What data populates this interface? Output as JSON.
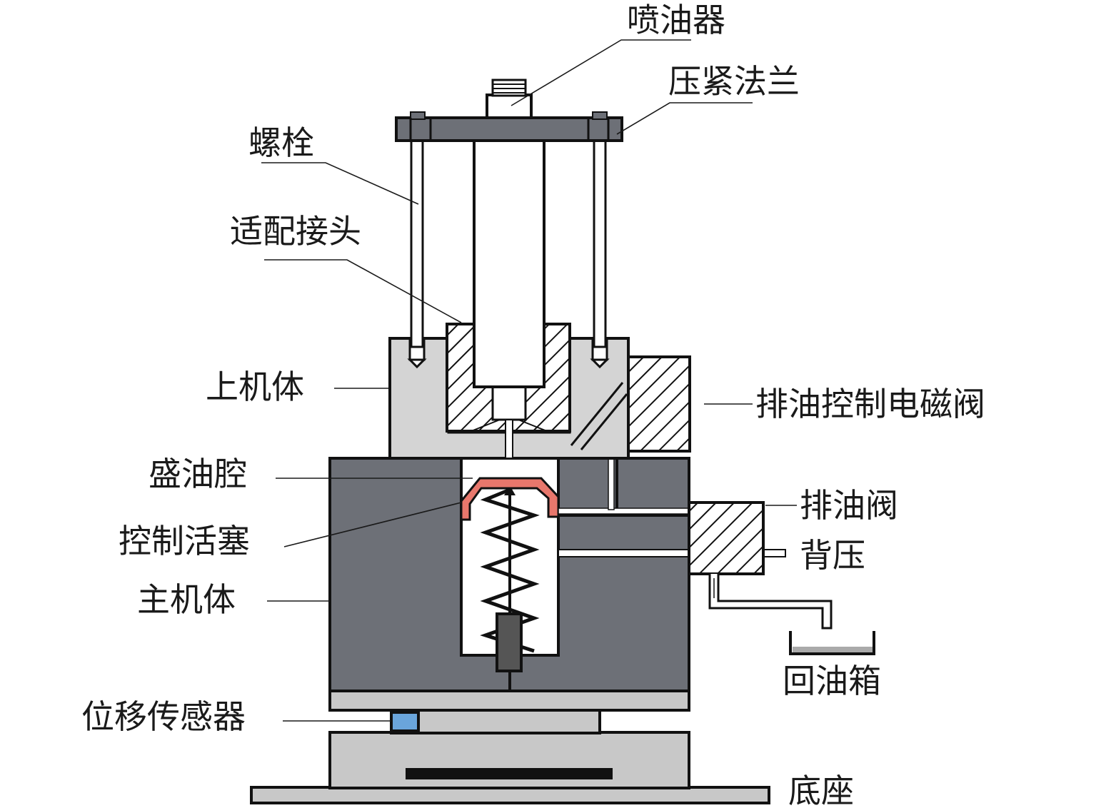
{
  "labels": {
    "injector": "喷油器",
    "flange": "压紧法兰",
    "bolt": "螺栓",
    "adapter": "适配接头",
    "upper_body": "上机体",
    "solenoid": "排油控制电磁阀",
    "chamber": "盛油腔",
    "drain_valve": "排油阀",
    "piston": "控制活塞",
    "back_pressure": "背压",
    "main_body": "主机体",
    "sensor": "位移传感器",
    "tank": "回油箱",
    "base": "底座"
  },
  "colors": {
    "upper_body": "#d4d4d4",
    "main_body": "#6d7077",
    "flange": "#6d7077",
    "piston": "#e8776c",
    "sensor": "#6aa5db",
    "base": "#c8c8c8",
    "outline": "#111111"
  }
}
